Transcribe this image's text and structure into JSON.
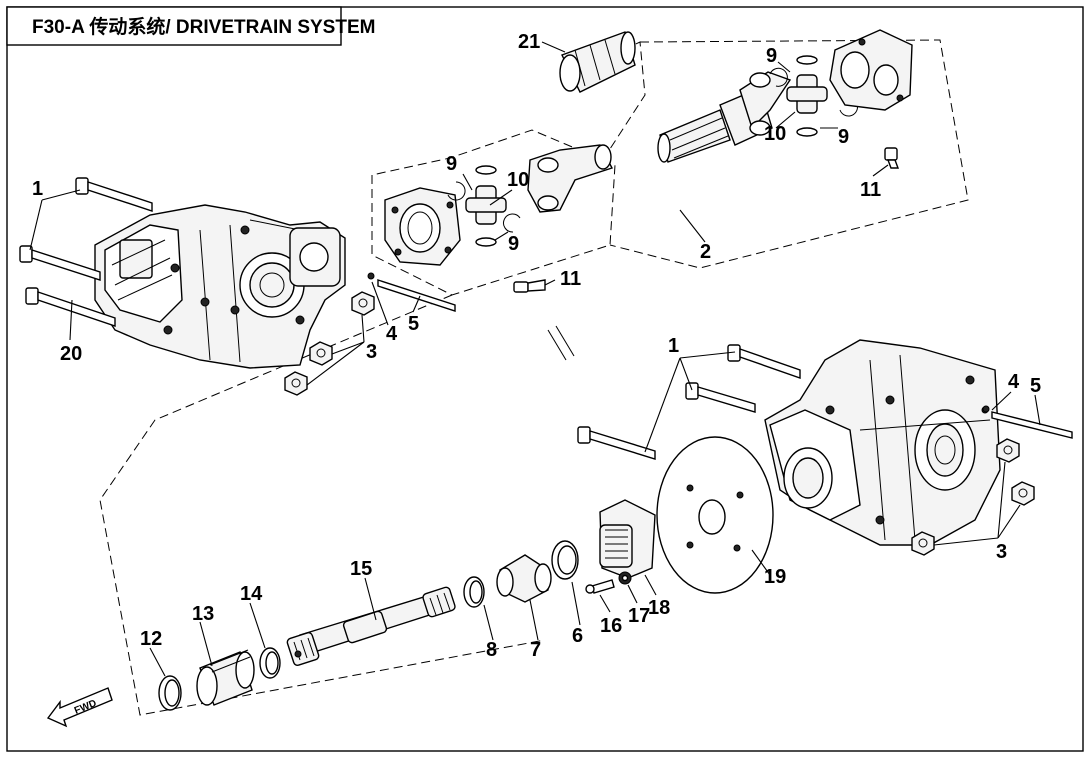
{
  "title": "F30-A 传动系统/ DRIVETRAIN SYSTEM",
  "fwd_label": "FWD",
  "callouts": {
    "c1a": "1",
    "c1b": "1",
    "c2": "2",
    "c3a": "3",
    "c3b": "3",
    "c4a": "4",
    "c4b": "4",
    "c5a": "5",
    "c5b": "5",
    "c6": "6",
    "c7": "7",
    "c8": "8",
    "c9a": "9",
    "c9b": "9",
    "c9c": "9",
    "c9d": "9",
    "c10a": "10",
    "c10b": "10",
    "c11a": "11",
    "c11b": "11",
    "c12": "12",
    "c13": "13",
    "c14": "14",
    "c15": "15",
    "c16": "16",
    "c17": "17",
    "c18": "18",
    "c19": "19",
    "c20": "20",
    "c21": "21"
  }
}
